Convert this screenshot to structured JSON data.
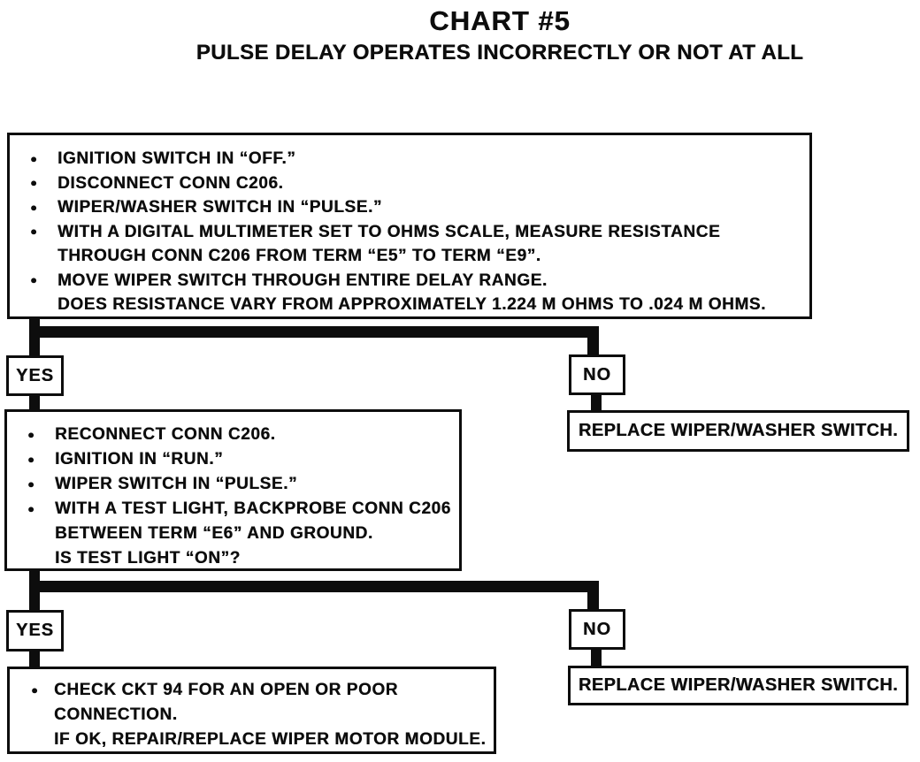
{
  "header": {
    "title": "CHART #5",
    "subtitle": "PULSE DELAY OPERATES INCORRECTLY OR NOT AT ALL"
  },
  "colors": {
    "ink": "#0d0d0d",
    "paper": "#ffffff"
  },
  "step1": {
    "lines": [
      {
        "marker": "●",
        "text": "IGNITION SWITCH IN “OFF.”"
      },
      {
        "marker": "●",
        "text": "DISCONNECT CONN C206."
      },
      {
        "marker": "●",
        "text": "WIPER/WASHER SWITCH IN “PULSE.”"
      },
      {
        "marker": "●",
        "text": "WITH A DIGITAL MULTIMETER SET TO OHMS SCALE, MEASURE RESISTANCE"
      },
      {
        "marker": "",
        "text": "THROUGH CONN C206 FROM TERM “E5” TO TERM “E9”."
      },
      {
        "marker": "●",
        "text": "MOVE WIPER SWITCH THROUGH ENTIRE DELAY RANGE."
      },
      {
        "marker": "",
        "text": "DOES RESISTANCE VARY FROM APPROXIMATELY 1.224 M OHMS TO .024 M OHMS."
      }
    ]
  },
  "branch1": {
    "yes_label": "YES",
    "no_label": "NO",
    "no_action": "REPLACE WIPER/WASHER SWITCH."
  },
  "step2": {
    "lines": [
      {
        "marker": "●",
        "text": "RECONNECT CONN C206."
      },
      {
        "marker": "●",
        "text": "IGNITION IN “RUN.”"
      },
      {
        "marker": "●",
        "text": "WIPER SWITCH IN “PULSE.”"
      },
      {
        "marker": "●",
        "text": "WITH A TEST LIGHT, BACKPROBE CONN C206"
      },
      {
        "marker": "",
        "text": "BETWEEN TERM “E6” AND GROUND."
      },
      {
        "marker": "",
        "text": "IS TEST LIGHT “ON”?"
      }
    ]
  },
  "branch2": {
    "yes_label": "YES",
    "no_label": "NO",
    "no_action": "REPLACE WIPER/WASHER SWITCH."
  },
  "step3": {
    "lines": [
      {
        "marker": "●",
        "text": "CHECK CKT 94 FOR AN OPEN OR POOR"
      },
      {
        "marker": "",
        "text": "CONNECTION."
      },
      {
        "marker": "",
        "text": "IF OK, REPAIR/REPLACE WIPER MOTOR MODULE."
      }
    ]
  }
}
